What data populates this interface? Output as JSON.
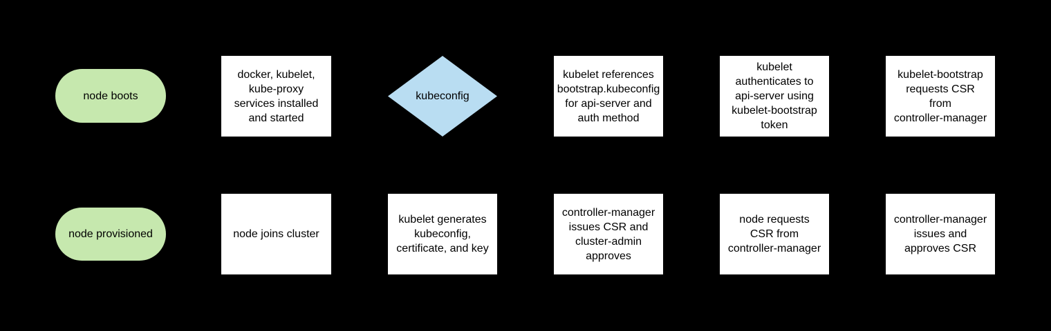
{
  "background": "#000000",
  "palette": {
    "terminator_fill": "#c6e8ae",
    "decision_fill": "#b9ddf2",
    "process_fill": "#ffffff",
    "text_color": "#000000"
  },
  "diagram": {
    "nodes": [
      {
        "id": "node-boots",
        "type": "terminator",
        "label": "node boots"
      },
      {
        "id": "services-installed",
        "type": "process",
        "label": "docker, kubelet,\nkube-proxy\nservices installed\nand started"
      },
      {
        "id": "kubeconfig-decision",
        "type": "decision",
        "label": "kubeconfig"
      },
      {
        "id": "kubelet-references",
        "type": "process",
        "label": "kubelet references\nbootstrap.kubeconfig\nfor api-server and\nauth method"
      },
      {
        "id": "kubelet-authenticates",
        "type": "process",
        "label": "kubelet\nauthenticates to\napi-server using\nkubelet-bootstrap\ntoken"
      },
      {
        "id": "kubelet-bootstrap-csr",
        "type": "process",
        "label": "kubelet-bootstrap\nrequests CSR\nfrom\ncontroller-manager"
      },
      {
        "id": "node-provisioned",
        "type": "terminator",
        "label": "node provisioned"
      },
      {
        "id": "node-joins-cluster",
        "type": "process",
        "label": "node joins cluster"
      },
      {
        "id": "kubelet-generates",
        "type": "process",
        "label": "kubelet generates\nkubeconfig,\ncertificate, and key"
      },
      {
        "id": "cm-issues-csr-admin-approves",
        "type": "process",
        "label": "controller-manager\nissues CSR and\ncluster-admin\napproves"
      },
      {
        "id": "node-requests-csr",
        "type": "process",
        "label": "node requests\nCSR from\ncontroller-manager"
      },
      {
        "id": "cm-issues-and-approves-csr",
        "type": "process",
        "label": "controller-manager\nissues and\napproves CSR"
      }
    ]
  }
}
